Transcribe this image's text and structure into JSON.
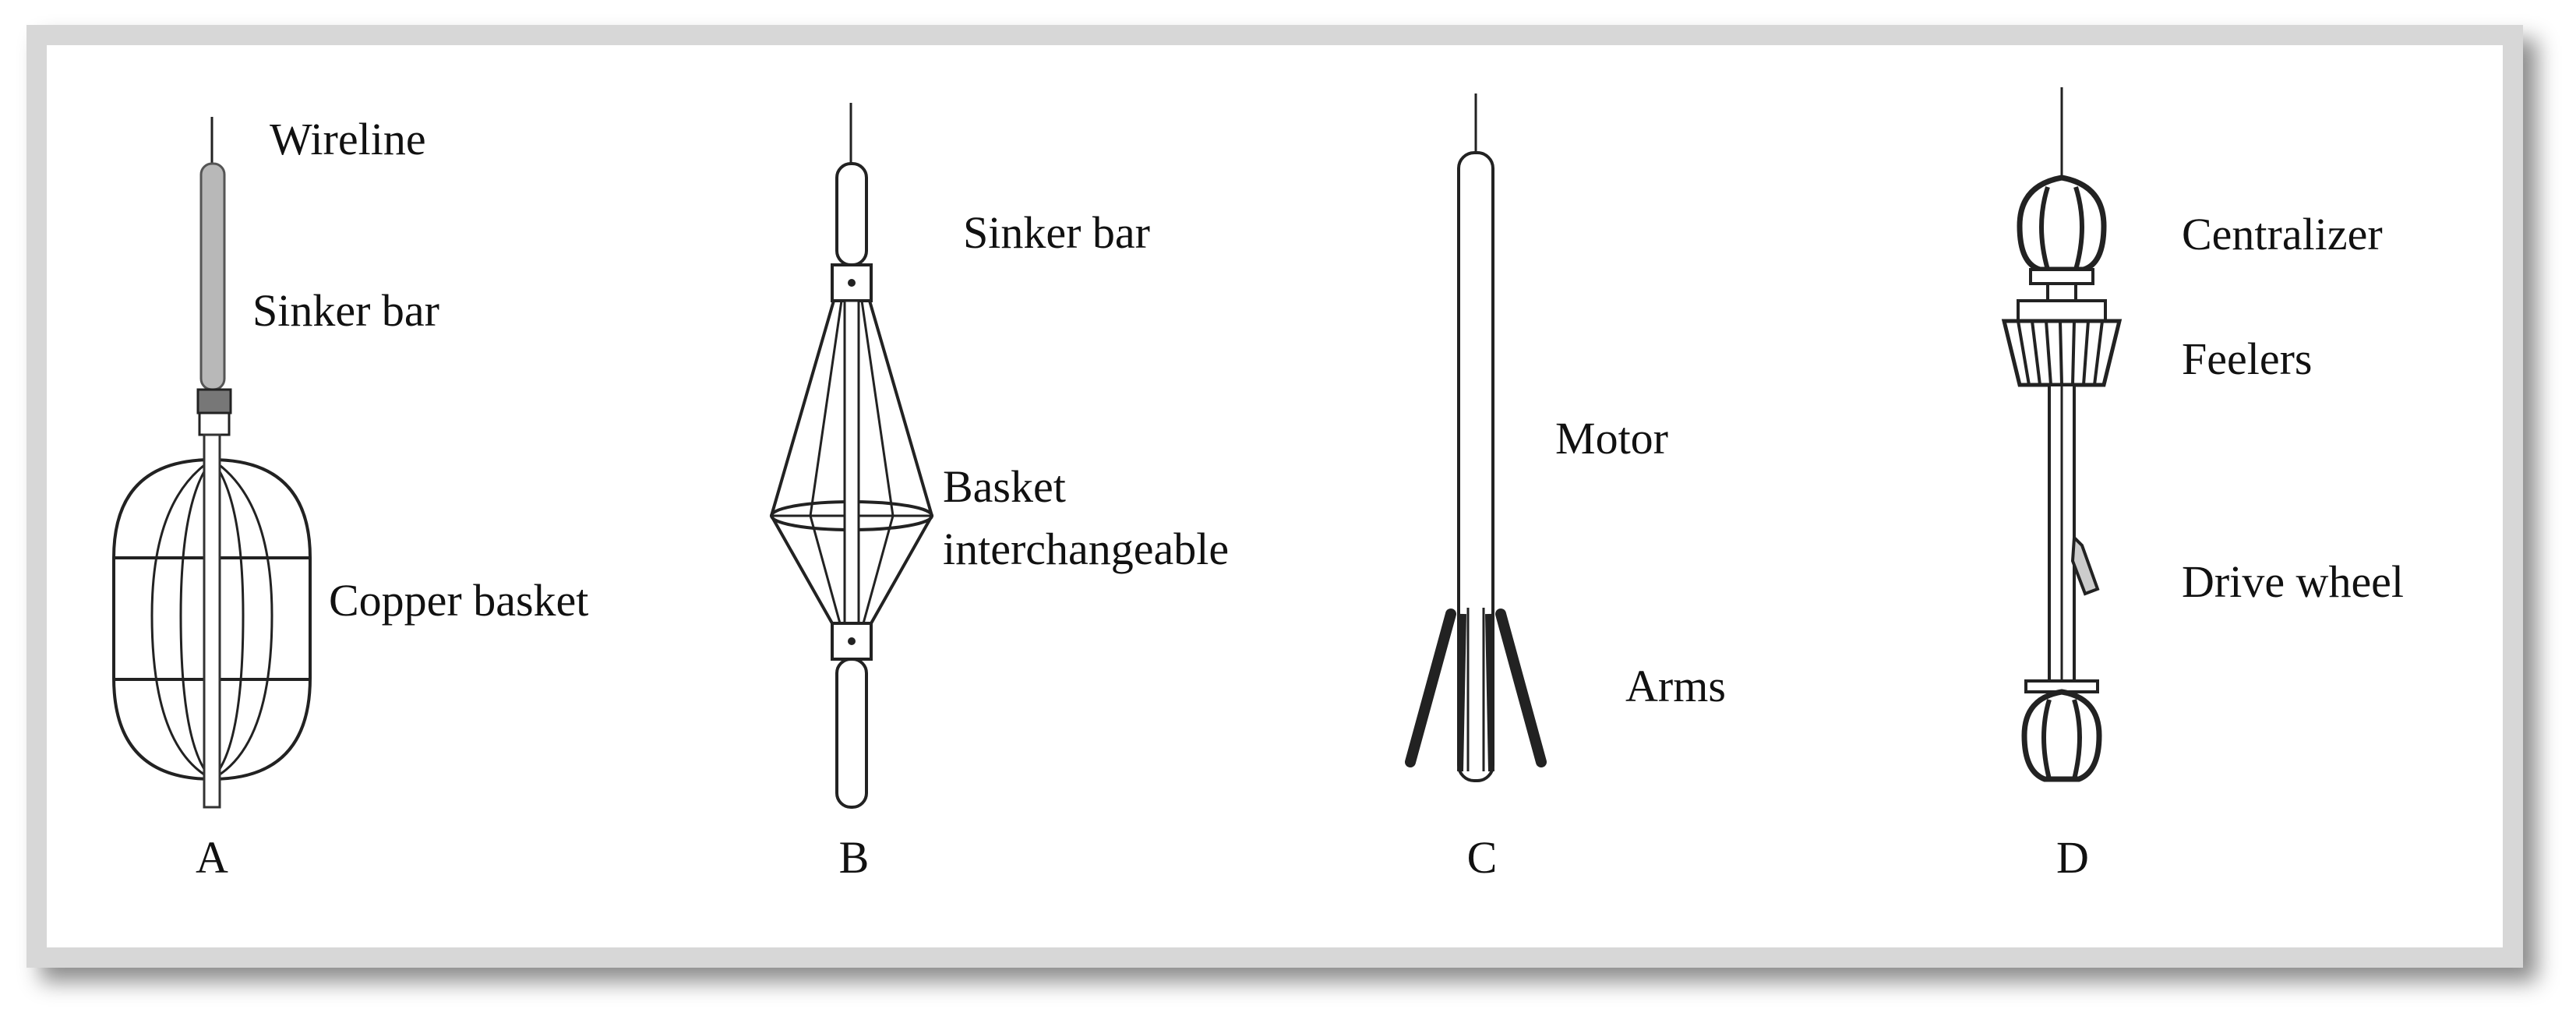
{
  "tools": [
    {
      "caption": "A",
      "labels": [
        "Wireline",
        "Sinker bar",
        "Copper basket"
      ]
    },
    {
      "caption": "B",
      "labels": [
        "Sinker bar",
        "Basket",
        "interchangeable"
      ]
    },
    {
      "caption": "C",
      "labels": [
        "Motor",
        "Arms"
      ]
    },
    {
      "caption": "D",
      "labels": [
        "Centralizer",
        "Feelers",
        "Drive wheel"
      ]
    }
  ]
}
